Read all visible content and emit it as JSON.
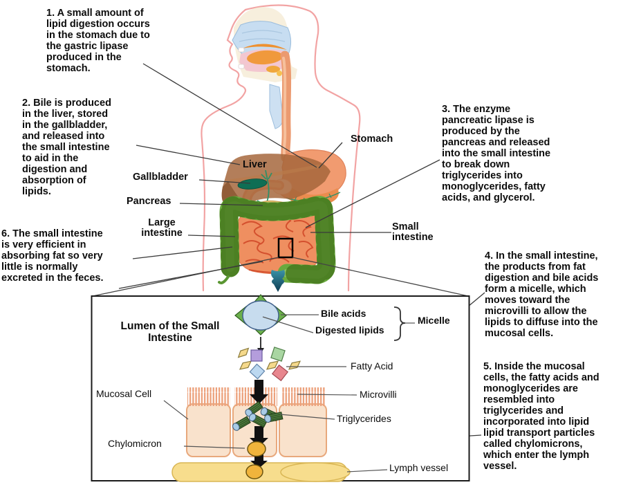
{
  "notes": {
    "note1": "1. A small amount of\nlipid digestion occurs\nin the stomach due to\nthe gastric lipase\nproduced in the\nstomach.",
    "note2": "2. Bile is produced\nin the liver, stored\nin the gallbladder,\nand released into\nthe small intestine\nto aid in the\ndigestion and\nabsorption of\nlipids.",
    "note3": "3. The enzyme\npancreatic lipase is\nproduced by the\npancreas and released\ninto the small intestine\nto break down\ntriglycerides into\nmonoglycerides, fatty\nacids, and glycerol.",
    "note4": "4. In the small intestine,\nthe products from fat\ndigestion and bile acids\nform a micelle, which\nmoves toward the\nmicrovilli to allow the\nlipids to diffuse into the\nmucosal cells.",
    "note5": "5. Inside the mucosal\ncells, the fatty acids and\nmonoglycerides are\nresembled into\ntriglycerides and\nincorporated into lipid\nlipid transport particles\ncalled chylomicrons,\nwhich enter the lymph\nvessel.",
    "note6": "6. The small intestine\nis very efficient in\nabsorbing fat so very\nlittle is normally\nexcreted in the feces."
  },
  "organ_labels": {
    "stomach": "Stomach",
    "liver": "Liver",
    "gallbladder": "Gallbladder",
    "pancreas": "Pancreas",
    "large_intestine": "Large\nintestine",
    "small_intestine": "Small\nintestine"
  },
  "inset": {
    "lumen_title": "Lumen of the Small\nIntestine",
    "bile_acids": "Bile acids",
    "digested_lipids": "Digested lipids",
    "micelle": "Micelle",
    "fatty_acid": "Fatty Acid",
    "mucosal_cell": "Mucosal Cell",
    "microvilli": "Microvilli",
    "triglycerides": "Triglycerides",
    "chylomicron": "Chylomicron",
    "lymph_vessel": "Lymph vessel"
  },
  "palette": {
    "body_outline": "#f2a3a3",
    "liver": "#a4653a",
    "stomach": "#f19b70",
    "large_intestine": "#6aaa3e",
    "small_intestine": "#ef8f60",
    "gallbladder": "#0f6e54",
    "pancreas": "#e2bd70",
    "duct_teal": "#2f8f68",
    "micelle_fill": "#c7dcee",
    "bile_acid_triangle": "#6cb04c",
    "fatty_acid": "#f5d98b",
    "mucosal_cell": "#f9e2cc",
    "microvilli": "#eca07a",
    "chylomicron": "#f0b43c",
    "lymph_vessel": "#f7dd8d",
    "arrow": "#111111"
  }
}
